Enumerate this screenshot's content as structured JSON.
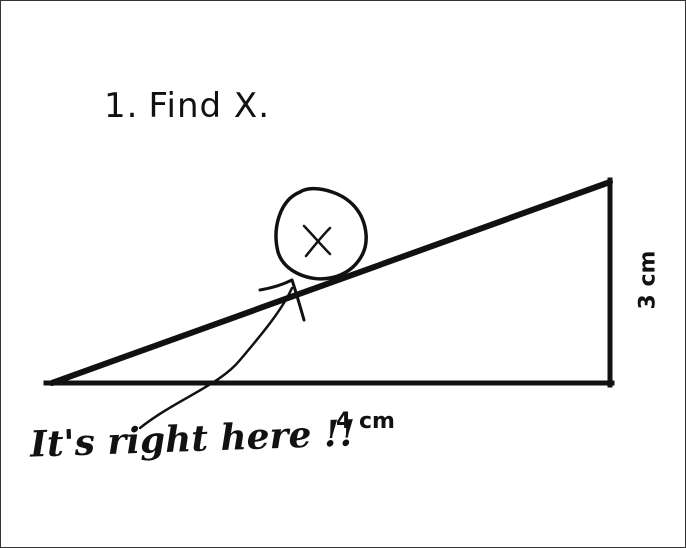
{
  "problem": {
    "number": "1.",
    "prompt": "Find X."
  },
  "triangle": {
    "base_label": "4 cm",
    "height_label": "3 cm",
    "unknown_label": "X"
  },
  "annotation": {
    "text": "It's right here !!"
  },
  "colors": {
    "ink": "#111111",
    "background": "#ffffff",
    "frame": "#333333"
  }
}
